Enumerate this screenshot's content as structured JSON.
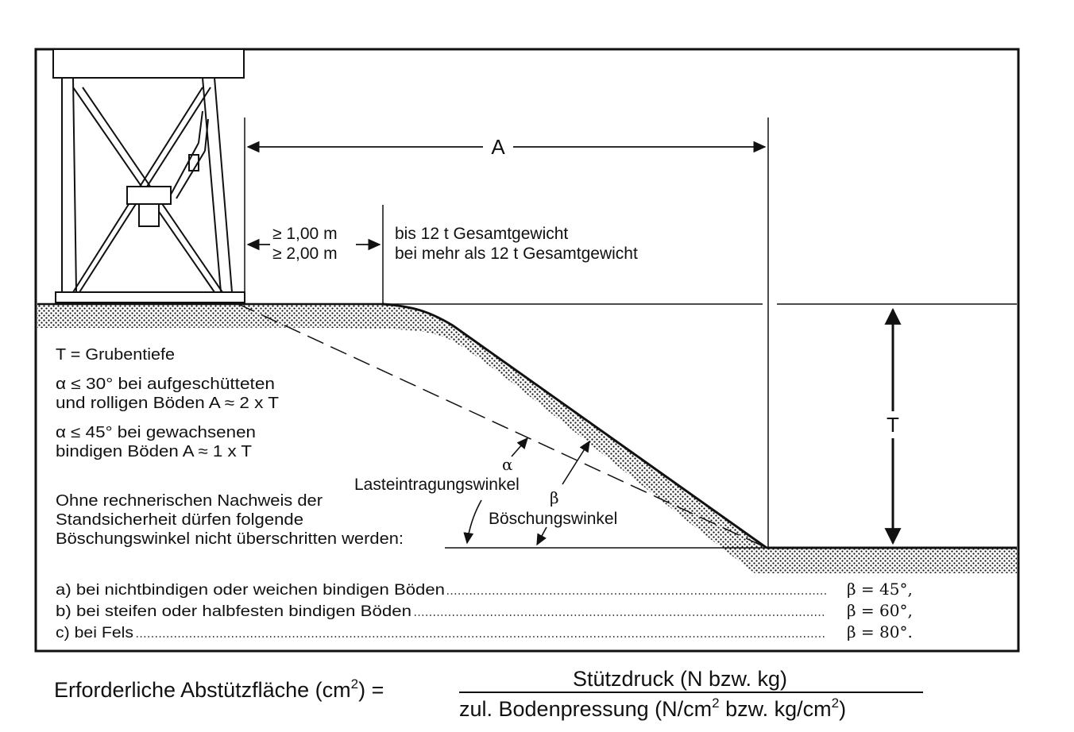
{
  "dimensions": {
    "A_label": "A",
    "T_label": "T",
    "distance_lines": [
      "≥ 1,00 m",
      "≥ 2,00 m"
    ],
    "weight_lines": [
      "bis 12 t Gesamtgewicht",
      "bei mehr als 12 t Gesamtgewicht"
    ]
  },
  "legend": {
    "t_def": "T = Grubentiefe",
    "alpha30_line1": "α ≤ 30° bei aufgeschütteten",
    "alpha30_line2": "und rolligen Böden A ≈ 2 x T",
    "alpha45_line1": "α ≤ 45° bei gewachsenen",
    "alpha45_line2": "bindigen Böden A ≈ 1 x T",
    "note_lines": [
      "Ohne rechnerischen Nachweis der",
      "Standsicherheit dürfen folgende",
      "Böschungswinkel nicht überschritten werden:"
    ]
  },
  "angles": {
    "alpha_symbol": "α",
    "alpha_label": "Lasteintragungswinkel",
    "beta_symbol": "β",
    "beta_label": "Böschungswinkel"
  },
  "rules": [
    {
      "text": "a) bei nichtbindigen oder weichen bindigen Böden",
      "value": "β = 45°,"
    },
    {
      "text": "b) bei steifen oder halbfesten bindigen Böden",
      "value": "β = 60°,"
    },
    {
      "text": "c) bei Fels",
      "value": "β = 80°."
    }
  ],
  "formula": {
    "lhs": "Erforderliche Abstützfläche (cm",
    "lhs_sup": "2",
    "lhs_end": ") =",
    "numerator": "Stützdruck (N bzw. kg)",
    "den_part1": "zul. Bodenpressung (N/cm",
    "den_sup1": "2",
    "den_part2": " bzw. kg/cm",
    "den_sup2": "2",
    "den_part3": ")"
  }
}
